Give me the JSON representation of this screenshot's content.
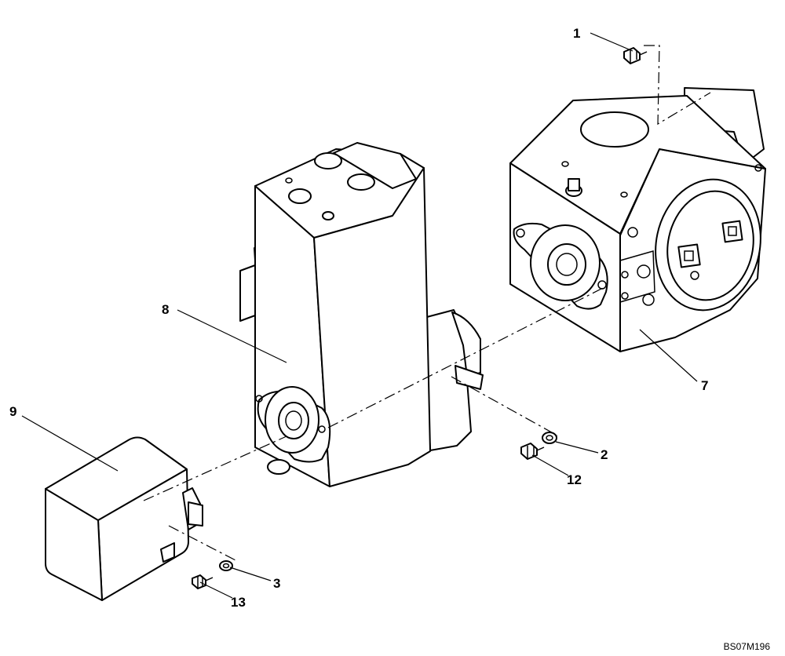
{
  "drawing_id": "BS07M196",
  "callouts": [
    {
      "id": "c1",
      "text": "1"
    },
    {
      "id": "c2",
      "text": "2"
    },
    {
      "id": "c3",
      "text": "3"
    },
    {
      "id": "c7",
      "text": "7"
    },
    {
      "id": "c8",
      "text": "8"
    },
    {
      "id": "c9",
      "text": "9"
    },
    {
      "id": "c12",
      "text": "12"
    },
    {
      "id": "c13",
      "text": "13"
    }
  ]
}
